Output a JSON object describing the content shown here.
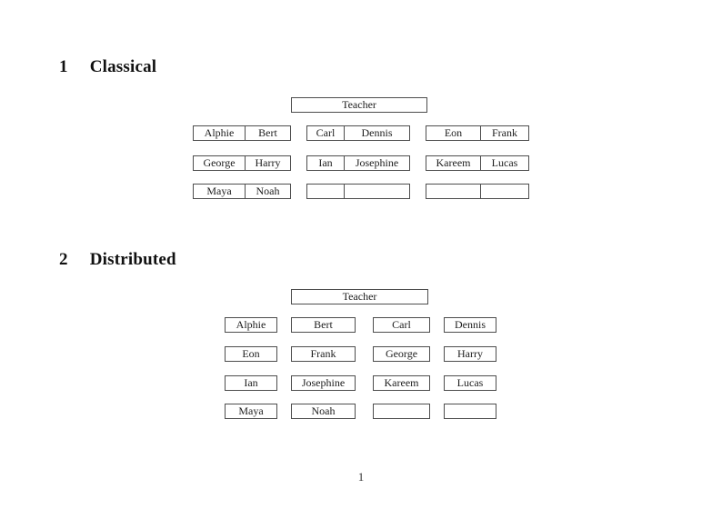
{
  "sections": [
    {
      "number": "1",
      "title": "Classical"
    },
    {
      "number": "2",
      "title": "Distributed"
    }
  ],
  "classical": {
    "teacher_label": "Teacher",
    "desks": [
      [
        {
          "left": "Alphie",
          "right": "Bert"
        },
        {
          "left": "Carl",
          "right": "Dennis"
        },
        {
          "left": "Eon",
          "right": "Frank"
        }
      ],
      [
        {
          "left": "George",
          "right": "Harry"
        },
        {
          "left": "Ian",
          "right": "Josephine"
        },
        {
          "left": "Kareem",
          "right": "Lucas"
        }
      ],
      [
        {
          "left": "Maya",
          "right": "Noah"
        },
        {
          "left": "",
          "right": ""
        },
        {
          "left": "",
          "right": ""
        }
      ]
    ]
  },
  "distributed": {
    "teacher_label": "Teacher",
    "desks": [
      [
        "Alphie",
        "Bert",
        "Carl",
        "Dennis"
      ],
      [
        "Eon",
        "Frank",
        "George",
        "Harry"
      ],
      [
        "Ian",
        "Josephine",
        "Kareem",
        "Lucas"
      ],
      [
        "Maya",
        "Noah",
        "",
        ""
      ]
    ]
  },
  "page": {
    "number": "1"
  },
  "colors": {
    "border": "#4d4d4d",
    "text": "#1c1c1c",
    "background": "#ffffff"
  }
}
